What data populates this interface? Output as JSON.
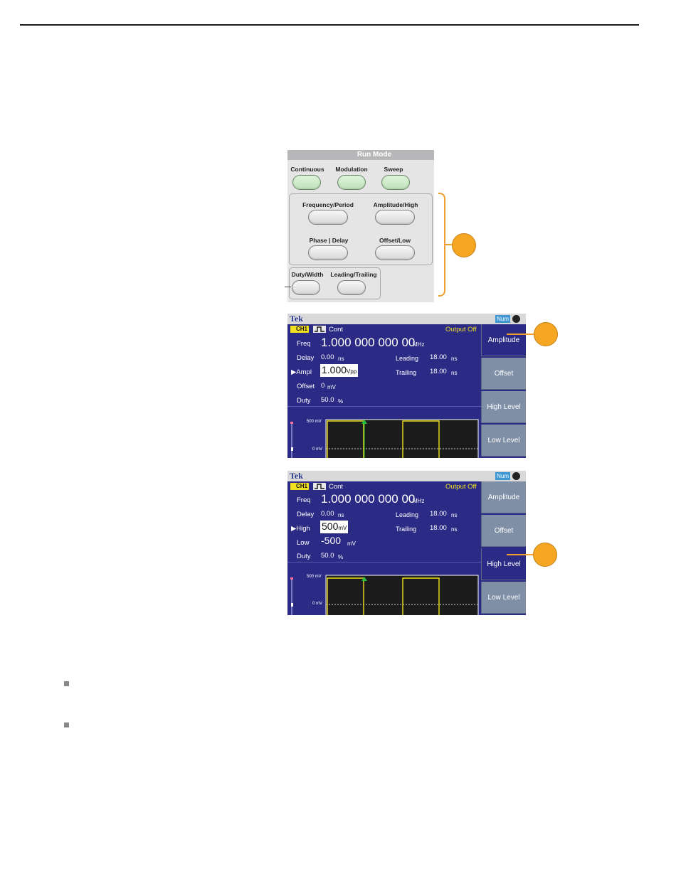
{
  "front_panel": {
    "run_mode_header": "Run Mode",
    "run_buttons": [
      "Continuous",
      "Modulation",
      "Sweep"
    ],
    "param_buttons": [
      "Frequency/Period",
      "Amplitude/High",
      "Phase | Delay",
      "Offset/Low"
    ],
    "extra_buttons": [
      "Duty/Width",
      "Leading/Trailing"
    ]
  },
  "screen1": {
    "brand": "Tek",
    "num_badge": "Num",
    "channel": "CH1",
    "mode": "Cont",
    "output": "Output Off",
    "freq_label": "Freq",
    "freq_value": "1.000 000 000 00",
    "freq_unit": "MHz",
    "delay_label": "Delay",
    "delay_value": "0.00",
    "delay_unit": "ns",
    "leading_label": "Leading",
    "leading_value": "18.00",
    "leading_unit": "ns",
    "ampl_label": "▶Ampl",
    "ampl_value": "1.000",
    "ampl_unit": "Vpp",
    "trailing_label": "Trailing",
    "trailing_value": "18.00",
    "trailing_unit": "ns",
    "offset_label": "Offset",
    "offset_value": "0",
    "offset_unit": "mV",
    "duty_label": "Duty",
    "duty_value": "50.0",
    "duty_unit": "%",
    "y_top": "500 mV",
    "y_zero": "0 mV",
    "menu": [
      "Amplitude",
      "Offset",
      "High Level",
      "Low Level"
    ]
  },
  "screen2": {
    "brand": "Tek",
    "num_badge": "Num",
    "channel": "CH1",
    "mode": "Cont",
    "output": "Output Off",
    "freq_label": "Freq",
    "freq_value": "1.000 000 000 00",
    "freq_unit": "MHz",
    "delay_label": "Delay",
    "delay_value": "0.00",
    "delay_unit": "ns",
    "leading_label": "Leading",
    "leading_value": "18.00",
    "leading_unit": "ns",
    "high_label": "▶High",
    "high_value": "500",
    "high_unit": "mV",
    "trailing_label": "Trailing",
    "trailing_value": "18.00",
    "trailing_unit": "ns",
    "low_label": "Low",
    "low_value": "-500",
    "low_unit": "mV",
    "duty_label": "Duty",
    "duty_value": "50.0",
    "duty_unit": "%",
    "y_top": "500 mV",
    "y_zero": "0 mV",
    "menu": [
      "Amplitude",
      "Offset",
      "High Level",
      "Low Level"
    ]
  },
  "colors": {
    "screen_bg": "#2b2b86",
    "softkey": "#7f8fa6",
    "trace": "#f0e020",
    "callout": "#f5a623"
  }
}
